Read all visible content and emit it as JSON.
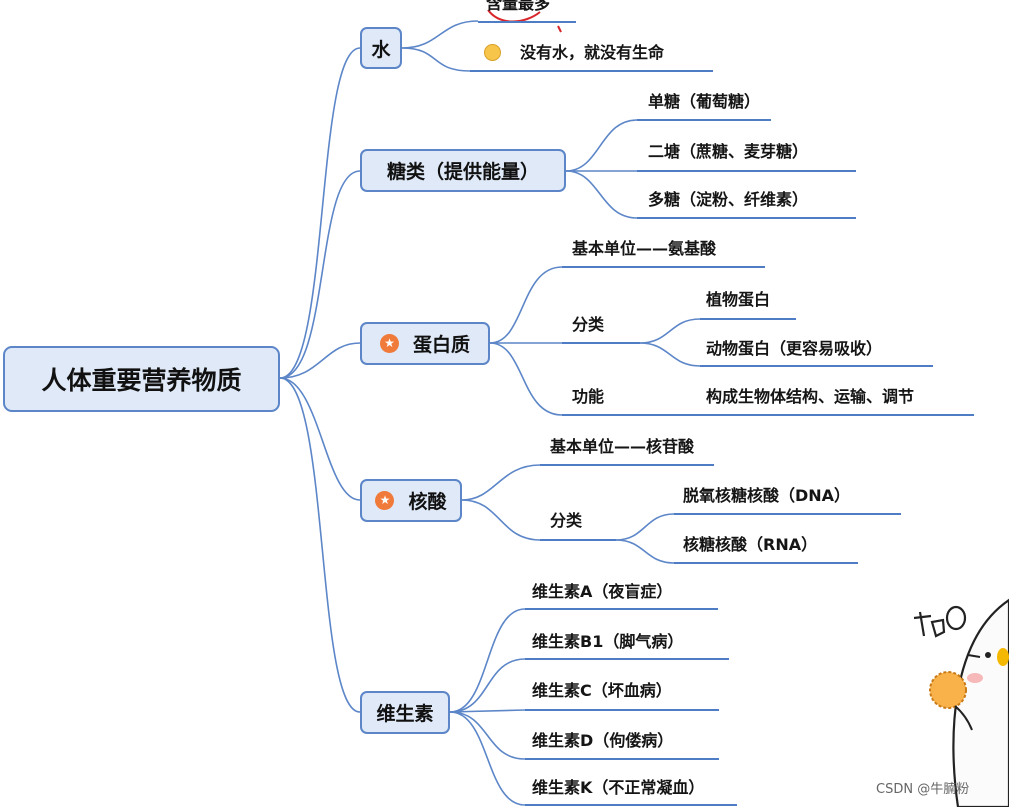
{
  "colors": {
    "node_fill": "#dfe9f7",
    "node_border": "#5c86c8",
    "link": "#4f7dc5",
    "star": "#f07a3a"
  },
  "root": {
    "label": "人体重要营养物质"
  },
  "water": {
    "label": "水",
    "items": [
      {
        "label": "含量最多"
      },
      {
        "label": "没有水，就没有生命"
      }
    ]
  },
  "sugar": {
    "label": "糖类（提供能量）",
    "items": [
      {
        "label": "单糖（葡萄糖）"
      },
      {
        "label": "二塘（蔗糖、麦芽糖）"
      },
      {
        "label": "多糖（淀粉、纤维素）"
      }
    ]
  },
  "protein": {
    "label": "蛋白质",
    "unit_label": "基本单位——氨基酸",
    "class_label": "分类",
    "class_items": [
      {
        "label": "植物蛋白"
      },
      {
        "label": "动物蛋白（更容易吸收）"
      }
    ],
    "func_label": "功能",
    "func_value": "构成生物体结构、运输、调节"
  },
  "nucleic": {
    "label": "核酸",
    "unit_label": "基本单位——核苷酸",
    "class_label": "分类",
    "class_items": [
      {
        "label": "脱氧核糖核酸（DNA）"
      },
      {
        "label": "核糖核酸（RNA）"
      }
    ]
  },
  "vitamin": {
    "label": "维生素",
    "items": [
      {
        "label": "维生素A（夜盲症）"
      },
      {
        "label": "维生素B1（脚气病）"
      },
      {
        "label": "维生素C（坏血病）"
      },
      {
        "label": "维生素D（佝偻病）"
      },
      {
        "label": "维生素K（不正常凝血）"
      }
    ]
  },
  "sticker": {
    "text": "加"
  },
  "watermark": "CSDN @牛腩粉"
}
